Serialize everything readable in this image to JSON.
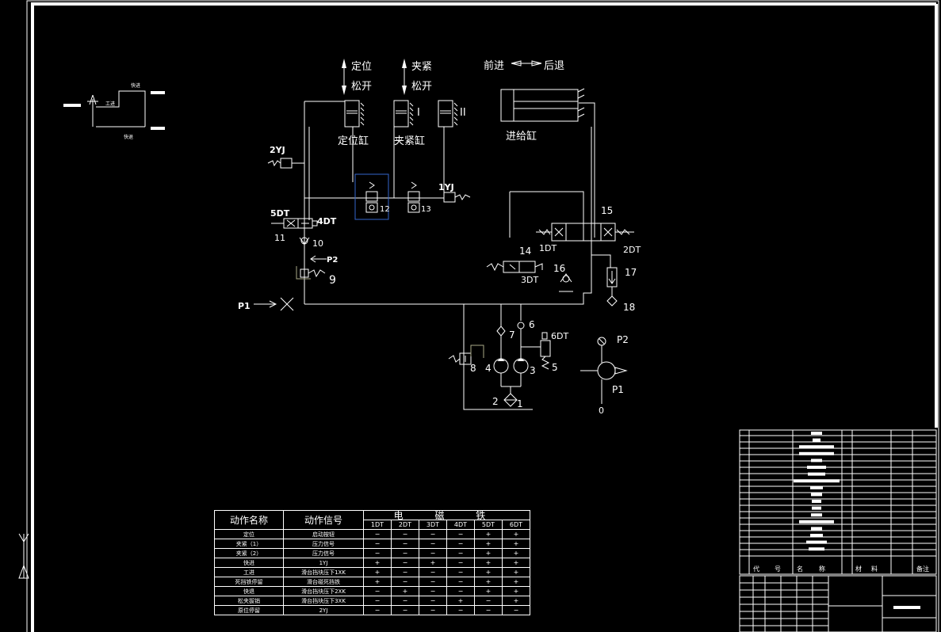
{
  "cylinders": {
    "locate_label": "定位缸",
    "clamp_label": "夹紧缸",
    "feed_label": "进给缸",
    "locate_dir_up": "定位",
    "locate_dir_down": "松开",
    "clamp_dir_up": "夹紧",
    "clamp_dir_down": "松开",
    "feed_forward": "前进",
    "feed_back": "后退",
    "clamp_I": "I",
    "clamp_II": "II"
  },
  "labels": {
    "yj2": "2YJ",
    "yj1": "1YJ",
    "dt5": "5DT",
    "dt4": "4DT",
    "dt1": "1DT",
    "dt2": "2DT",
    "dt3": "3DT",
    "dt6": "6DT",
    "n11": "11",
    "n10": "10",
    "n9": "9",
    "n12": "12",
    "n13": "13",
    "n14": "14",
    "n15": "15",
    "n16": "16",
    "n17": "17",
    "n18": "18",
    "n8": "8",
    "n7": "7",
    "n6": "6",
    "n5": "5",
    "n4": "4",
    "n3": "3",
    "n2": "2",
    "n1": "1",
    "p1": "P1",
    "p2": "P2",
    "gauge_p2": "P2",
    "gauge_p1": "P1",
    "gauge_0": "0"
  },
  "cycle": {
    "fast_in": "快进",
    "work": "工进",
    "fast_back": "快退"
  },
  "action_table": {
    "col_action": "动作名称",
    "col_signal": "动作信号",
    "col_magnet": "电  磁  铁",
    "magnets": [
      "1DT",
      "2DT",
      "3DT",
      "4DT",
      "5DT",
      "6DT"
    ],
    "rows": [
      {
        "name": "定位",
        "signal": "启动按钮",
        "v": [
          "−",
          "−",
          "−",
          "−",
          "+",
          "+"
        ]
      },
      {
        "name": "夹紧（1）",
        "signal": "压力信号",
        "v": [
          "−",
          "−",
          "−",
          "−",
          "+",
          "+"
        ]
      },
      {
        "name": "夹紧（2）",
        "signal": "压力信号",
        "v": [
          "−",
          "−",
          "−",
          "−",
          "+",
          "+"
        ]
      },
      {
        "name": "快进",
        "signal": "1YJ",
        "v": [
          "+",
          "−",
          "+",
          "−",
          "+",
          "+"
        ]
      },
      {
        "name": "工进",
        "signal": "滑台挡块压下1XK",
        "v": [
          "+",
          "−",
          "−",
          "−",
          "+",
          "+"
        ]
      },
      {
        "name": "死挡铁停留",
        "signal": "滑台碰死挡铁",
        "v": [
          "+",
          "−",
          "−",
          "−",
          "+",
          "+"
        ]
      },
      {
        "name": "快退",
        "signal": "滑台挡块压下2XK",
        "v": [
          "−",
          "+",
          "−",
          "−",
          "+",
          "+"
        ]
      },
      {
        "name": "松夹拔销",
        "signal": "滑台挡块压下3XK",
        "v": [
          "−",
          "−",
          "−",
          "+",
          "−",
          "+"
        ]
      },
      {
        "name": "原位停留",
        "signal": "2YJ",
        "v": [
          "−",
          "−",
          "−",
          "−",
          "−",
          "−"
        ]
      }
    ]
  },
  "parts_list": {
    "footer": [
      "代",
      "号",
      "名",
      "称",
      "材",
      "料",
      "备注"
    ]
  }
}
